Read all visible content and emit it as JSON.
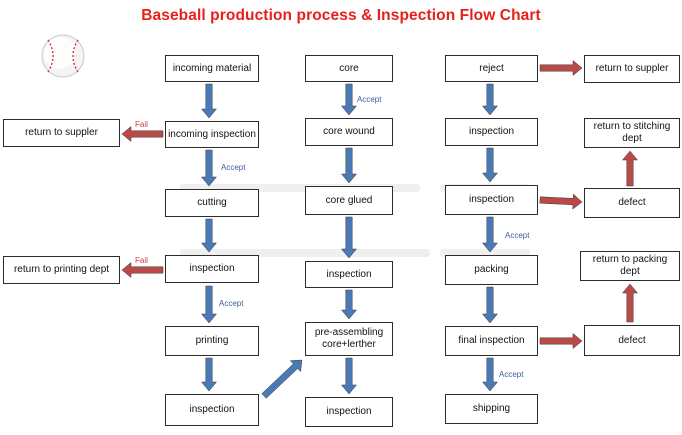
{
  "title": "Baseball production process & Inspection Flow Chart",
  "boxes": {
    "incoming_material": "incoming material",
    "incoming_inspection": "incoming inspection",
    "return_supplier_left": "return to suppler",
    "cutting": "cutting",
    "inspection_c1": "inspection",
    "return_printing": "return to printing dept",
    "printing": "printing",
    "inspection_c1_bottom": "inspection",
    "core": "core",
    "core_wound": "core wound",
    "core_glued": "core glued",
    "inspection_c2": "inspection",
    "pre_assembling_line1": "pre-assembling",
    "pre_assembling_line2": "core+lerther",
    "inspection_c2_bottom": "inspection",
    "reject": "reject",
    "inspection_c3_top": "inspection",
    "inspection_c3": "inspection",
    "packing": "packing",
    "final_inspection": "final inspection",
    "shipping": "shipping",
    "return_supplier_right": "return to suppler",
    "return_stitching_line1": "return to stitching",
    "return_stitching_line2": "dept",
    "defect_top": "defect",
    "return_packing": "return to packing dept",
    "defect_bottom": "defect"
  },
  "labels": {
    "accept": "Accept",
    "fail": "Fail"
  },
  "colors": {
    "title": "#e8201a",
    "blue_arrow": "#4a79b5",
    "red_arrow": "#b94a48",
    "accept_text": "#3f5f9a",
    "fail_text": "#d23c3c"
  }
}
